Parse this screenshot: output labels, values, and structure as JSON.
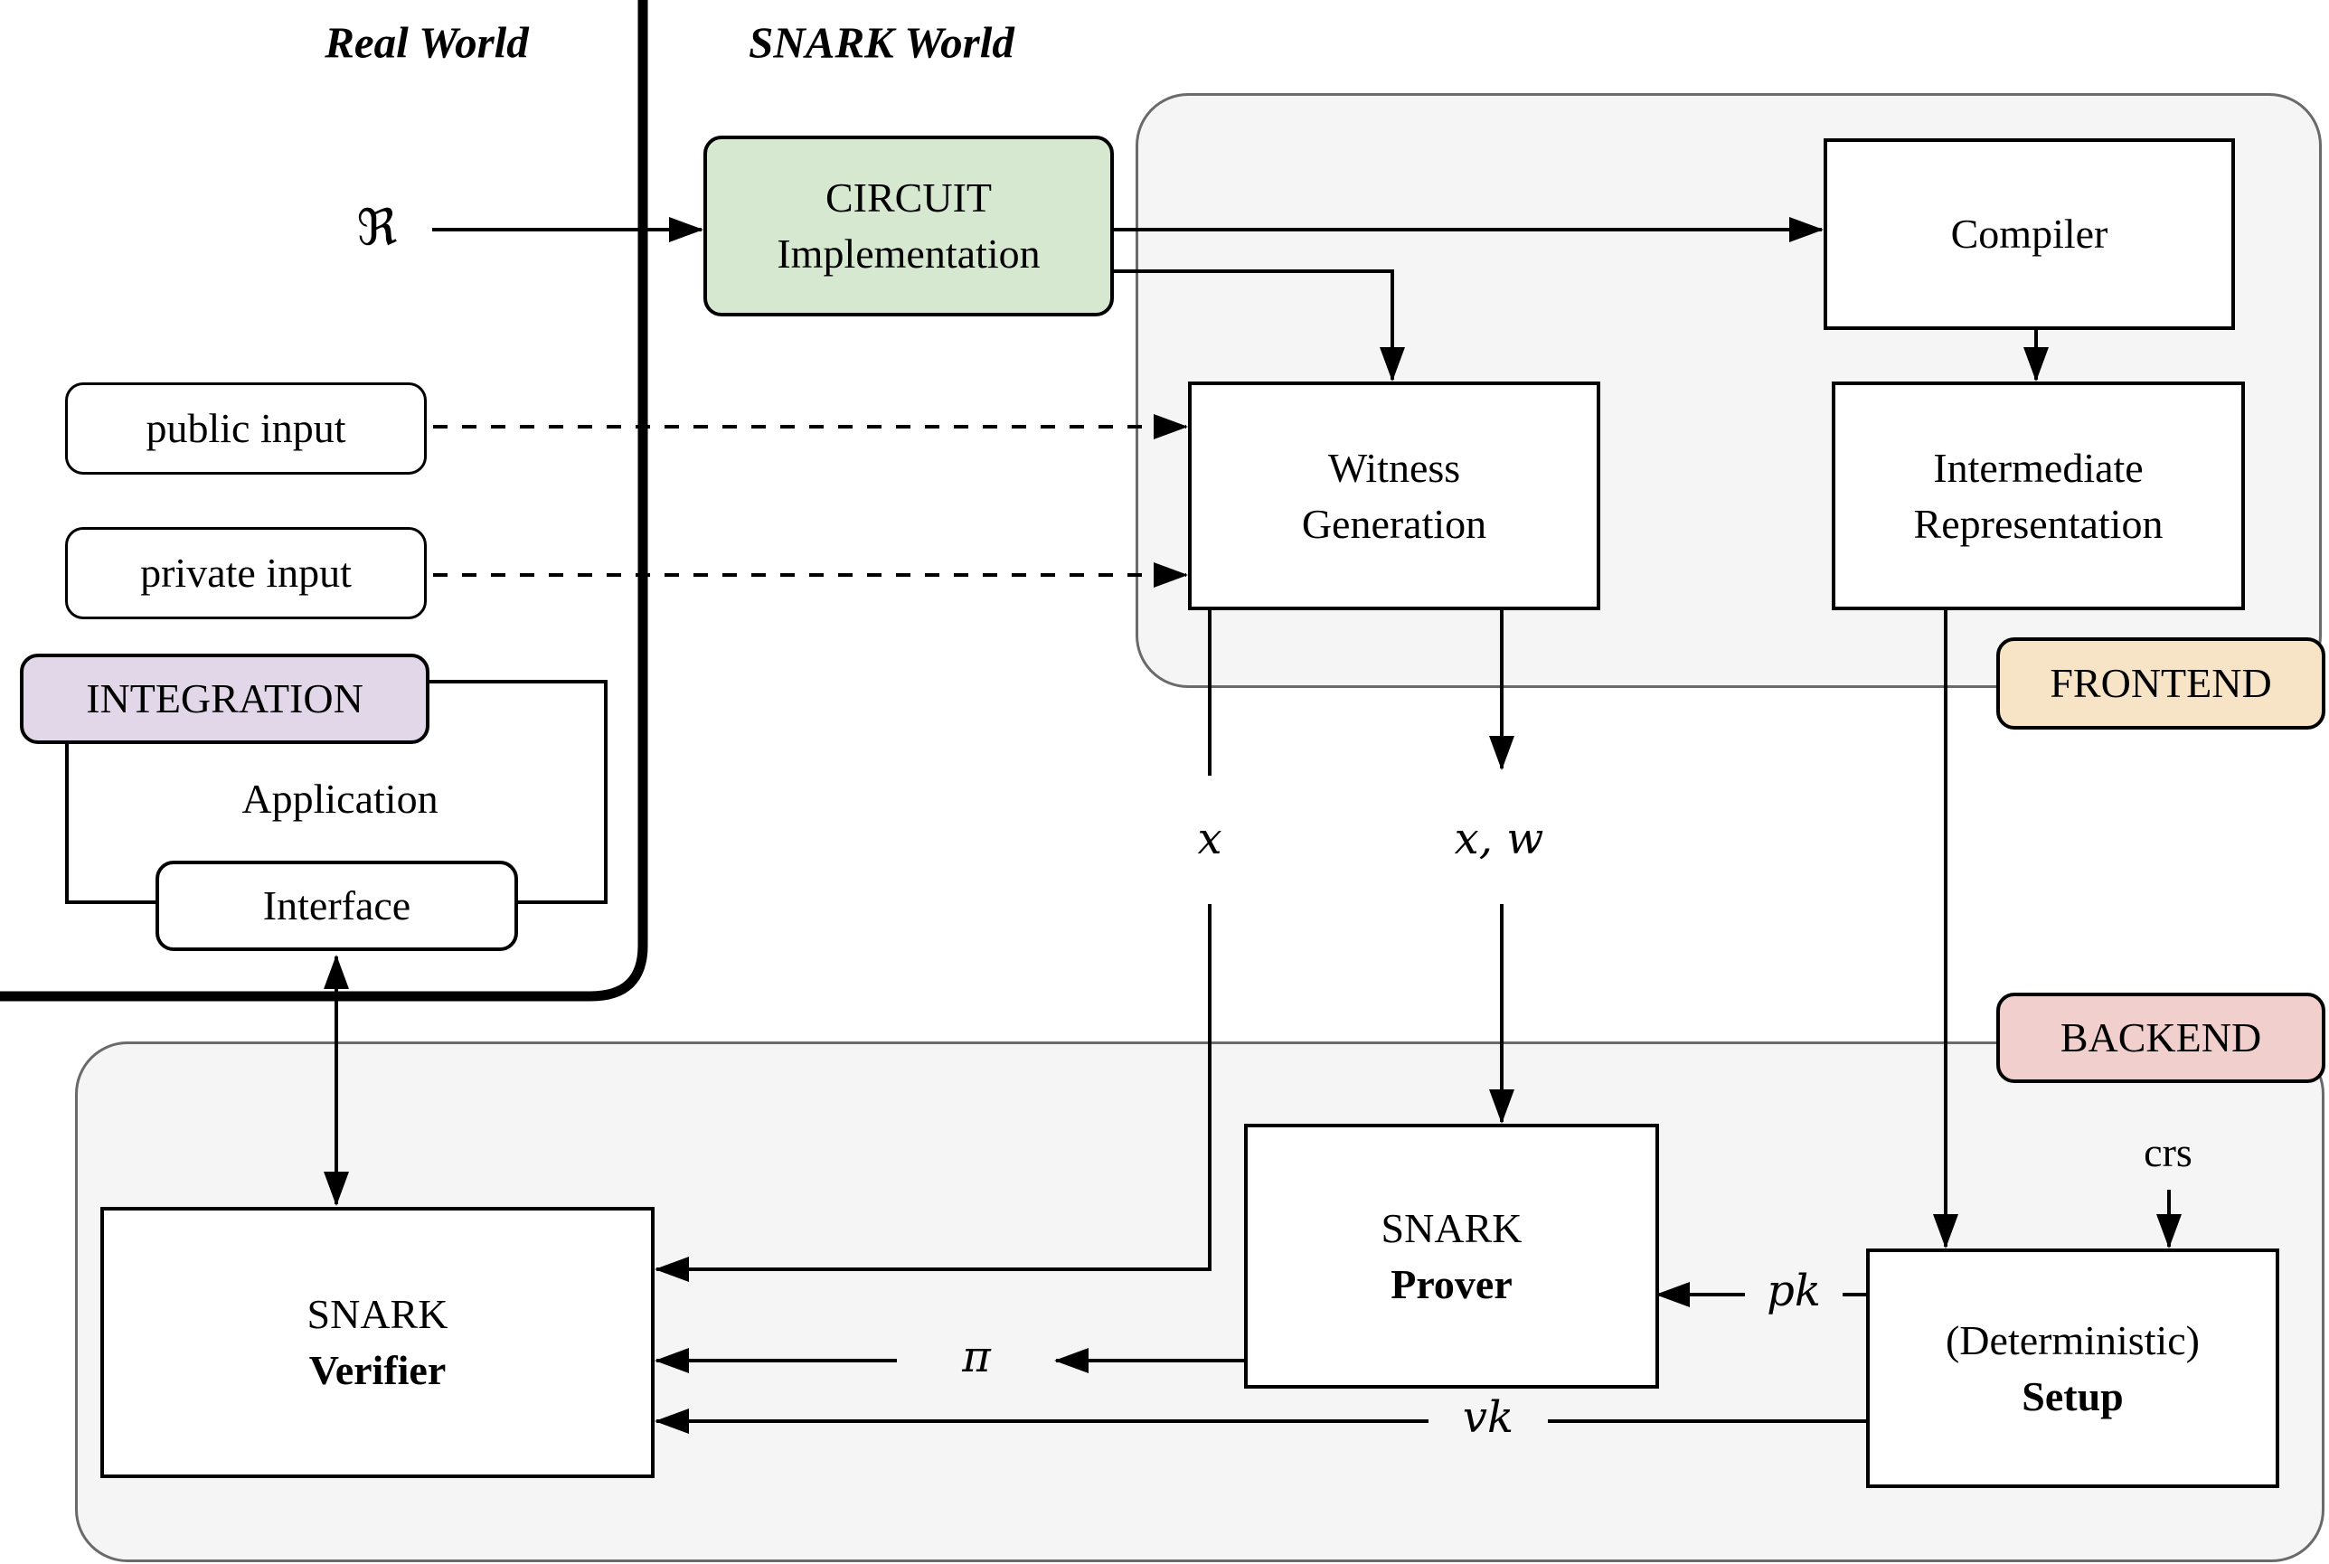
{
  "titles": {
    "real_world": "Real World",
    "snark_world": "SNARK World"
  },
  "region_labels": {
    "frontend": "FRONTEND",
    "backend": "BACKEND"
  },
  "nodes": {
    "circuit": {
      "line1": "CIRCUIT",
      "line2": "Implementation"
    },
    "compiler": {
      "label": "Compiler"
    },
    "witness": {
      "line1": "Witness",
      "line2": "Generation"
    },
    "intermediate": {
      "line1": "Intermediate",
      "line2": "Representation"
    },
    "public_input": {
      "label": "public input"
    },
    "private_input": {
      "label": "private input"
    },
    "integration": {
      "label": "INTEGRATION"
    },
    "application": {
      "label": "Application"
    },
    "interface": {
      "label": "Interface"
    },
    "prover": {
      "line1": "SNARK",
      "line2": "Prover"
    },
    "verifier": {
      "line1": "SNARK",
      "line2": "Verifier"
    },
    "setup": {
      "line1": "(Deterministic)",
      "line2": "Setup"
    }
  },
  "edge_labels": {
    "relation": "ℜ",
    "x": "x",
    "xw": "x, w",
    "pi": "π",
    "pk": "pk",
    "vk": "vk",
    "crs": "crs"
  },
  "colors": {
    "circuit_fill": "#d7e8d1",
    "integration_fill": "#e2d6e9",
    "frontend_fill": "#f7e3c5",
    "backend_fill": "#f1cfcc",
    "container_fill": "#f5f5f5",
    "container_border": "#6a6a6a",
    "line": "#000000"
  }
}
